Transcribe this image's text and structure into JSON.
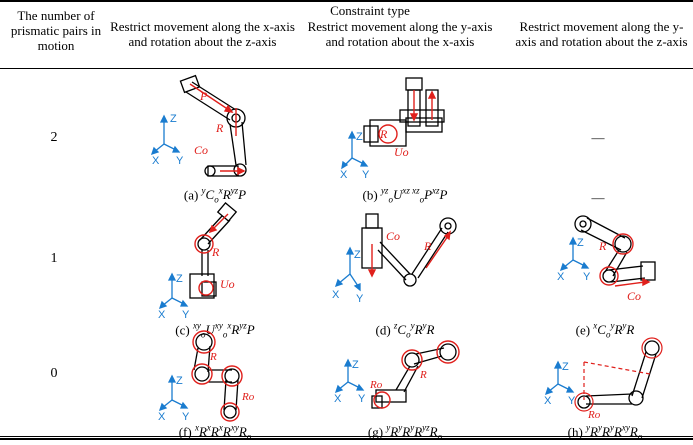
{
  "header": {
    "col0": "The number of prismatic pairs in motion",
    "group": "Constraint type",
    "col1": "Restrict movement along the x-axis and rotation about the z-axis",
    "col2": "Restrict movement along the y-axis and rotation about the x-axis",
    "col3": "Restrict movement along the y-axis and rotation about the z-axis"
  },
  "rows": [
    {
      "count": "2"
    },
    {
      "count": "1"
    },
    {
      "count": "0"
    }
  ],
  "dash": "—",
  "captions": {
    "a": "(a) yCoxRyzP",
    "b": "(b) yzoUxz xzPxzP",
    "c": "(c) xyoUxyxRyzP",
    "d": "(d) zCoyRyR",
    "e": "(e) xCoyRyR",
    "f": "(f) xRxRxRxyRo",
    "g": "(g) yRyRyRyzRo",
    "h": "(h) yRyRyRxyRo"
  },
  "labels": {
    "axis_z": "Z",
    "axis_x": "X",
    "axis_y": "Y",
    "p_a": "P",
    "r_a": "R",
    "c_a": "Co",
    "r_b": "R",
    "u_b": "Uo",
    "r_c": "R",
    "u_c": "Uo",
    "c_d": "Co",
    "r_d": "R",
    "r_e": "R",
    "c_e": "Co",
    "r_f1": "R",
    "r_f2": "Ro",
    "r_g1": "R",
    "r_g2": "Ro",
    "r_h": "Ro"
  },
  "colors": {
    "mech": "#000000",
    "accent": "#e0201c",
    "axis": "#1a7ccf"
  }
}
